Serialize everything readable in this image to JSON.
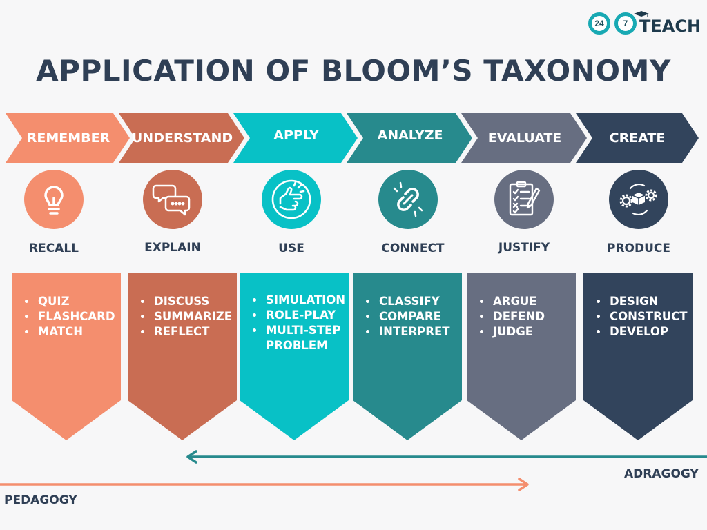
{
  "logo": {
    "part1": "24",
    "part2": "7",
    "word": "TEACH"
  },
  "title": "APPLICATION OF BLOOM’S TAXONOMY",
  "colors": {
    "remember": "#f48e6e",
    "understand": "#c96d53",
    "apply": "#08c1c6",
    "analyze": "#278a8d",
    "evaluate": "#676e81",
    "create": "#32445c",
    "heading": "#2f3f55"
  },
  "stages": [
    {
      "label": "REMEMBER",
      "verb": "RECALL",
      "icon": "lightbulb-icon",
      "items": [
        "QUIZ",
        "FLASHCARD",
        "MATCH"
      ]
    },
    {
      "label": "UNDERSTAND",
      "verb": "EXPLAIN",
      "icon": "speech-bubbles-icon",
      "items": [
        "DISCUSS",
        "SUMMARIZE",
        "REFLECT"
      ]
    },
    {
      "label": "APPLY",
      "verb": "USE",
      "icon": "pointing-hand-icon",
      "items": [
        "SIMULATION",
        "ROLE-PLAY",
        "MULTI-STEP PROBLEM"
      ]
    },
    {
      "label": "ANALYZE",
      "verb": "CONNECT",
      "icon": "chain-link-icon",
      "items": [
        "CLASSIFY",
        "COMPARE",
        "INTERPRET"
      ]
    },
    {
      "label": "EVALUATE",
      "verb": "JUSTIFY",
      "icon": "checklist-icon",
      "items": [
        "ARGUE",
        "DEFEND",
        "JUDGE"
      ]
    },
    {
      "label": "CREATE",
      "verb": "PRODUCE",
      "icon": "gears-box-icon",
      "items": [
        "DESIGN",
        "CONSTRUCT",
        "DEVELOP"
      ]
    }
  ],
  "flows": {
    "adragogy": "ADRAGOGY",
    "pedagogy": "PEDAGOGY"
  }
}
